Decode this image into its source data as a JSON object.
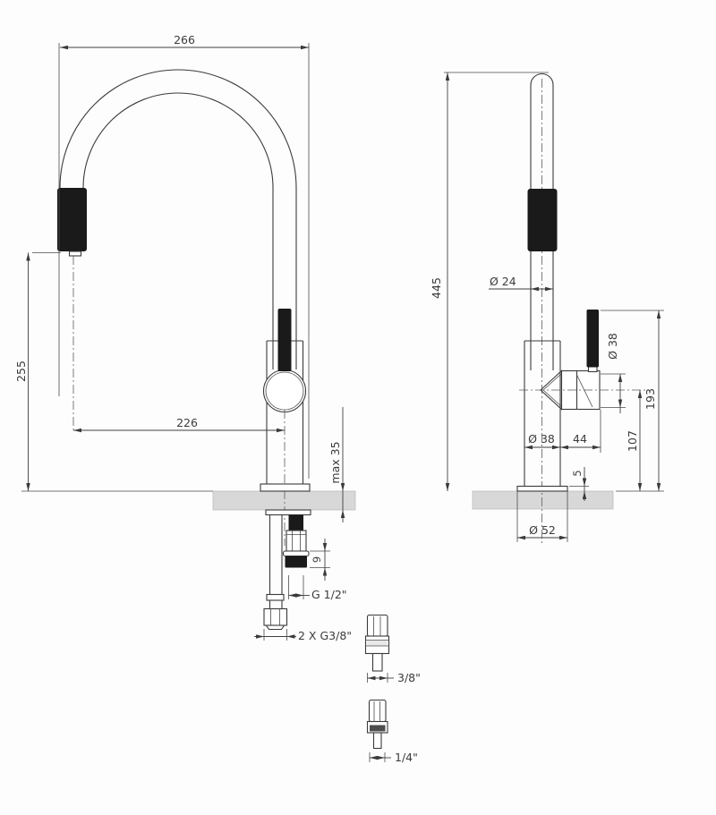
{
  "colors": {
    "line": "#3a3a3a",
    "black_parts": "#1a1a1a",
    "counter": "#d8d8d8",
    "background": "#fdfdfd",
    "dark_band": "#4d4d4d",
    "light_band": "#e9e9e9"
  },
  "front_view": {
    "dim_overall_width": "266",
    "dim_spout_height": "255",
    "dim_spout_reach": "226",
    "dim_max_deck": "max 35",
    "dim_nut_stack": "9",
    "dim_shank_thread": "G 1/2\"",
    "dim_supply_hoses": "2 X G3/8\""
  },
  "side_view": {
    "dim_overall_height": "445",
    "dim_spout_tube_diameter": "Ø 24",
    "dim_cartridge_diameter": "Ø 38",
    "dim_lever_height": "193",
    "dim_spout_axis_height": "107",
    "dim_body_diameter": "Ø 38",
    "dim_handle_offset": "44",
    "dim_base_plate_height": "5",
    "dim_base_diameter": "Ø 52"
  },
  "adapters": {
    "dim_adapter_a": "3/8\"",
    "dim_adapter_b": "1/4\""
  }
}
